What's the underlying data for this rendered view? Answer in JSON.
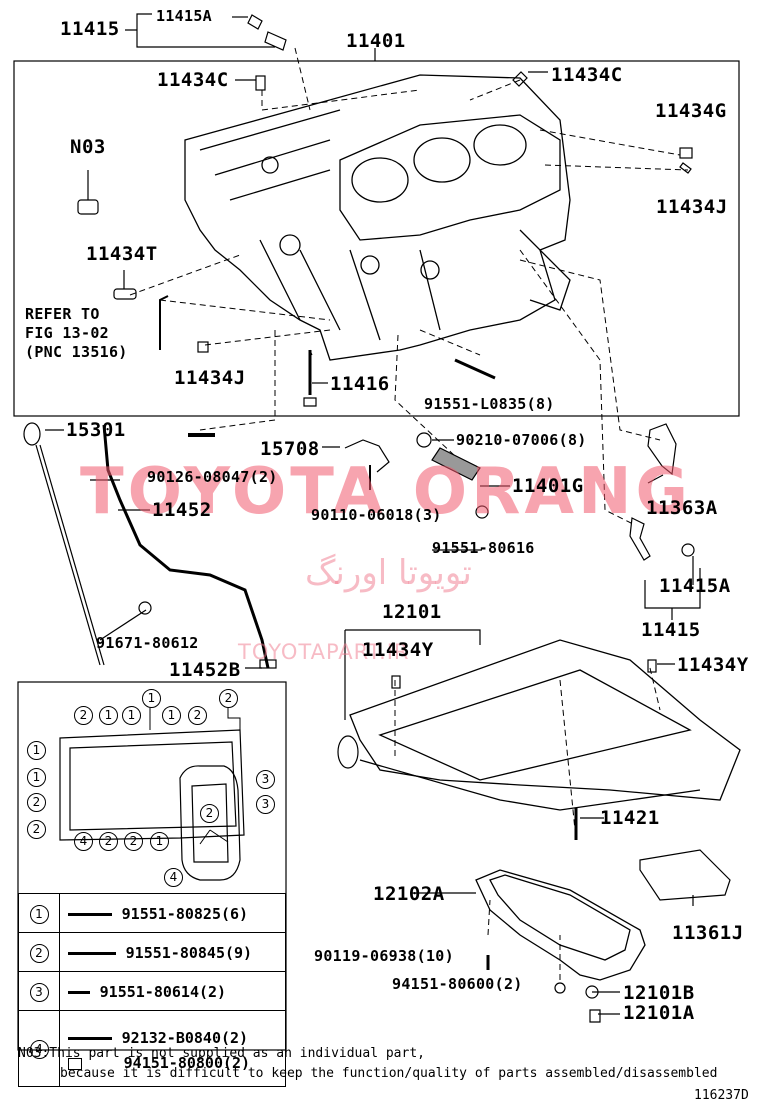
{
  "labels": {
    "p11415_top": "11415",
    "p11415A_top": "11415A",
    "p11401": "11401",
    "p11434C_left": "11434C",
    "p11434C_right": "11434C",
    "p11434G": "11434G",
    "pN03": "N03",
    "p11434J_right": "11434J",
    "p11434T": "11434T",
    "refer1": "REFER TO",
    "refer2": "FIG 13-02",
    "refer3": "(PNC 13516)",
    "p11434J_left": "11434J",
    "p11416": "11416",
    "p91551L0835": "91551-L0835(8)",
    "p15301": "15301",
    "p9021007006": "90210-07006(8)",
    "p15708": "15708",
    "p9012608047": "90126-08047(2)",
    "p11401G": "11401G",
    "p11452": "11452",
    "p9011006018": "90110-06018(3)",
    "p11363A": "11363A",
    "p9155180616": "91551-80616",
    "p11415A_right": "11415A",
    "p12101": "12101",
    "p9167180612": "91671-80612",
    "p11415_right": "11415",
    "p11434Y_left": "11434Y",
    "p11434Y_right": "11434Y",
    "p11452B": "11452B",
    "p11421": "11421",
    "p12102A": "12102A",
    "p11361J": "11361J",
    "p9011906938": "90119-06938(10)",
    "p9415180600": "94151-80600(2)",
    "p12101B": "12101B",
    "p12101A": "12101A"
  },
  "legend": [
    {
      "num": "1",
      "parts": [
        "91551-80825(6)"
      ]
    },
    {
      "num": "2",
      "parts": [
        "91551-80845(9)"
      ]
    },
    {
      "num": "3",
      "parts": [
        "91551-80614(2)"
      ]
    },
    {
      "num": "4",
      "parts": [
        "92132-B0840(2)",
        "94151-80800(2)"
      ]
    }
  ],
  "inset_callouts": [
    "2",
    "1",
    "1",
    "1",
    "1",
    "2",
    "2",
    "1",
    "1",
    "2",
    "2",
    "3",
    "3",
    "2",
    "4",
    "2",
    "2",
    "1",
    "4"
  ],
  "note": {
    "line1": "N03:This part is not supplied as an individual part,",
    "line2": "because it is difficult to keep the function/quality of parts assembled/disassembled"
  },
  "figure_id": "116237D",
  "watermark": {
    "main": "TOYOTA ORANG",
    "persian": "تویوتا اورنگ",
    "url": "TOYOTAPART.IR"
  }
}
